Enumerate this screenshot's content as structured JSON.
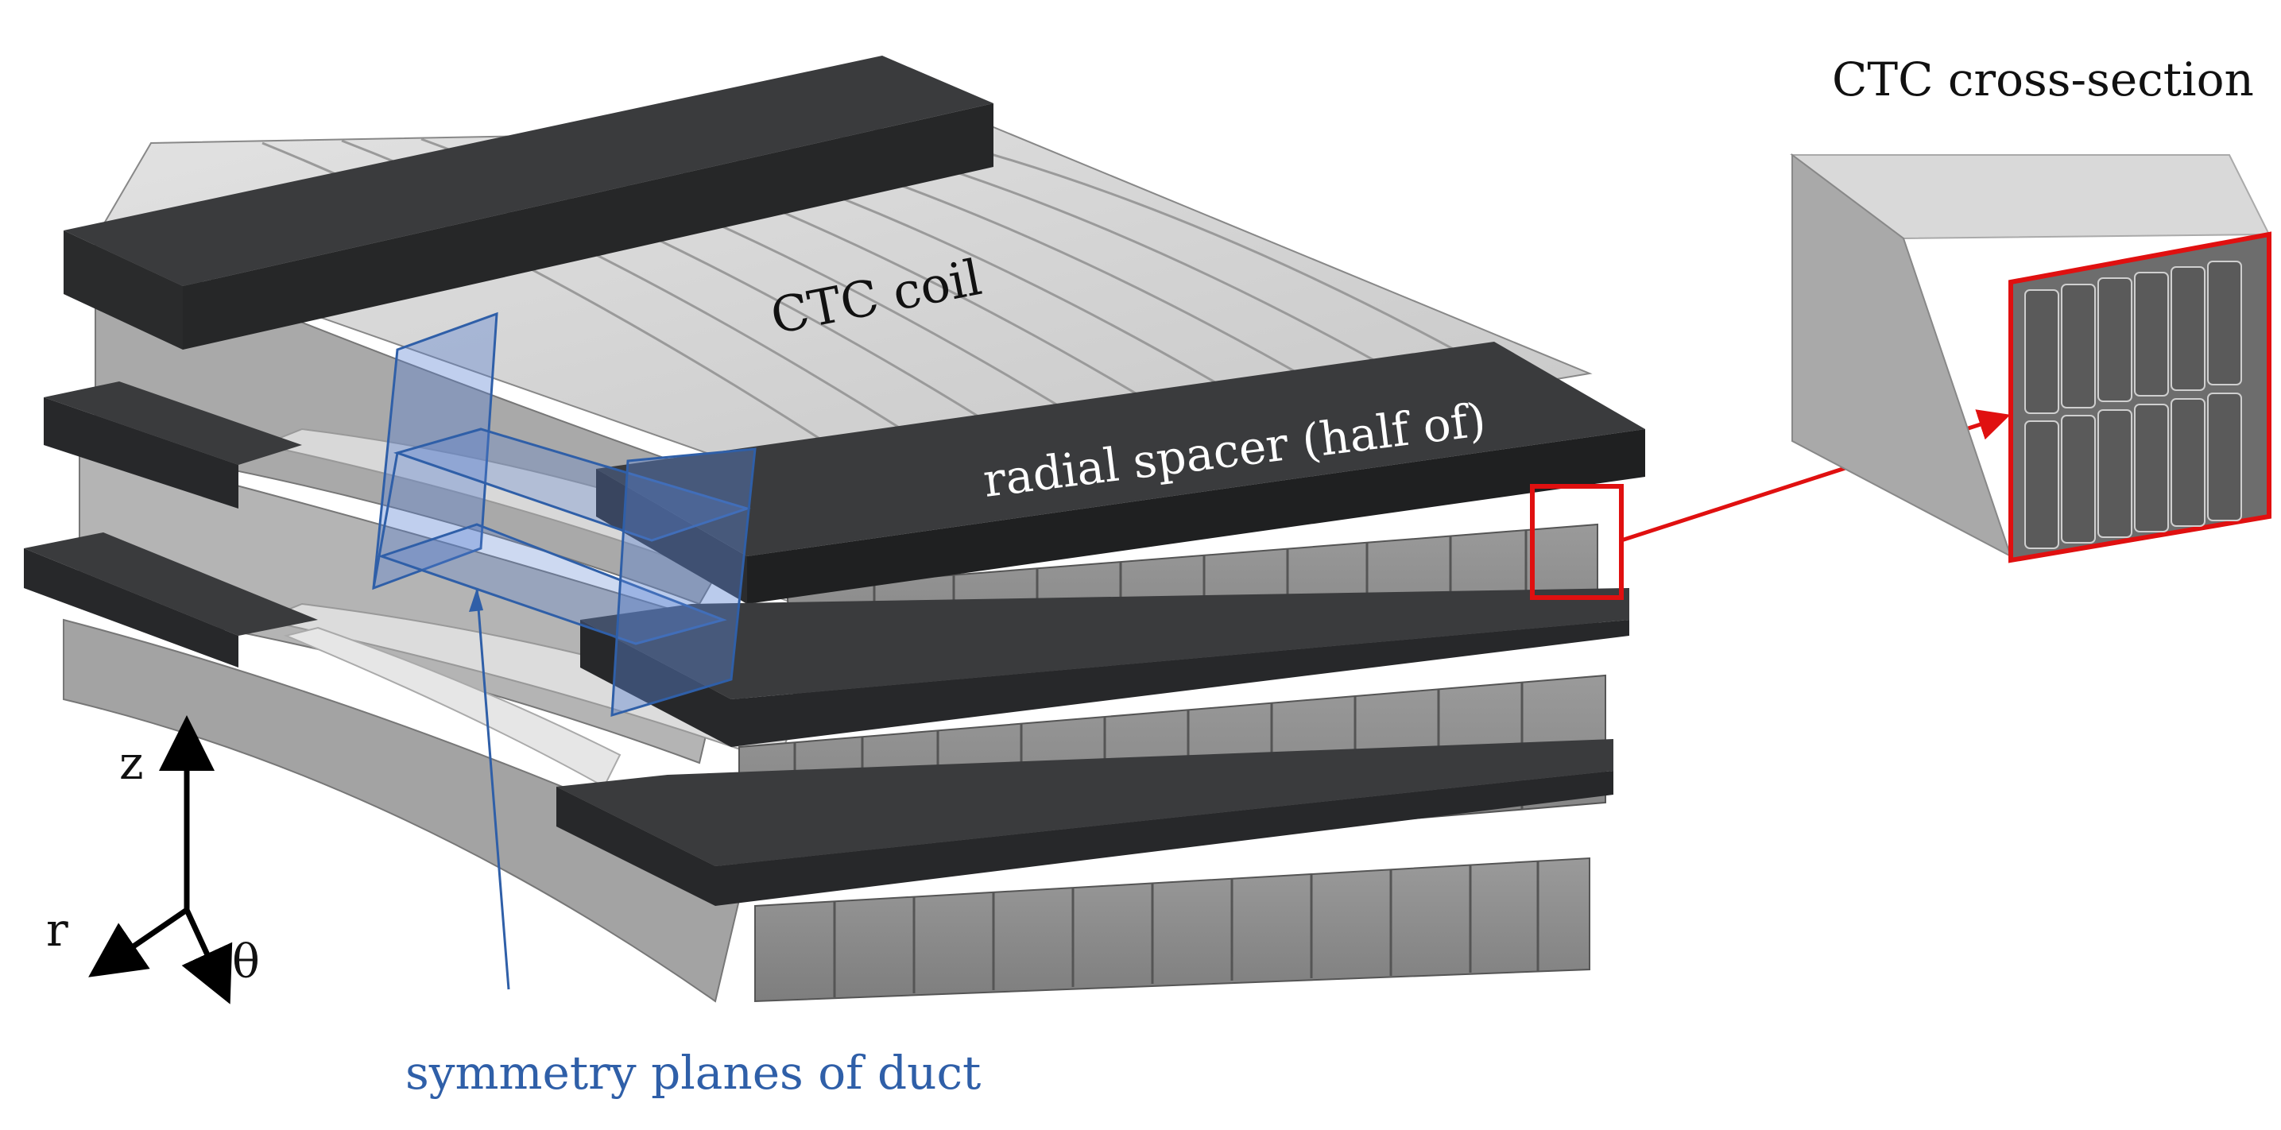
{
  "labels": {
    "ctc_coil": "CTC coil",
    "radial_spacer": "radial spacer (half of)",
    "cross_section_title": "CTC cross-section",
    "symmetry_planes": "symmetry planes of duct",
    "axis_z": "z",
    "axis_r": "r",
    "axis_theta": "θ"
  },
  "colors": {
    "spacer": "#3a3b3d",
    "conductor_front": "#8c8c8c",
    "conductor_top": "#d3d3d3",
    "duct_planes": "#2f5fa8",
    "highlight": "#e01010",
    "axes": "#000000"
  }
}
